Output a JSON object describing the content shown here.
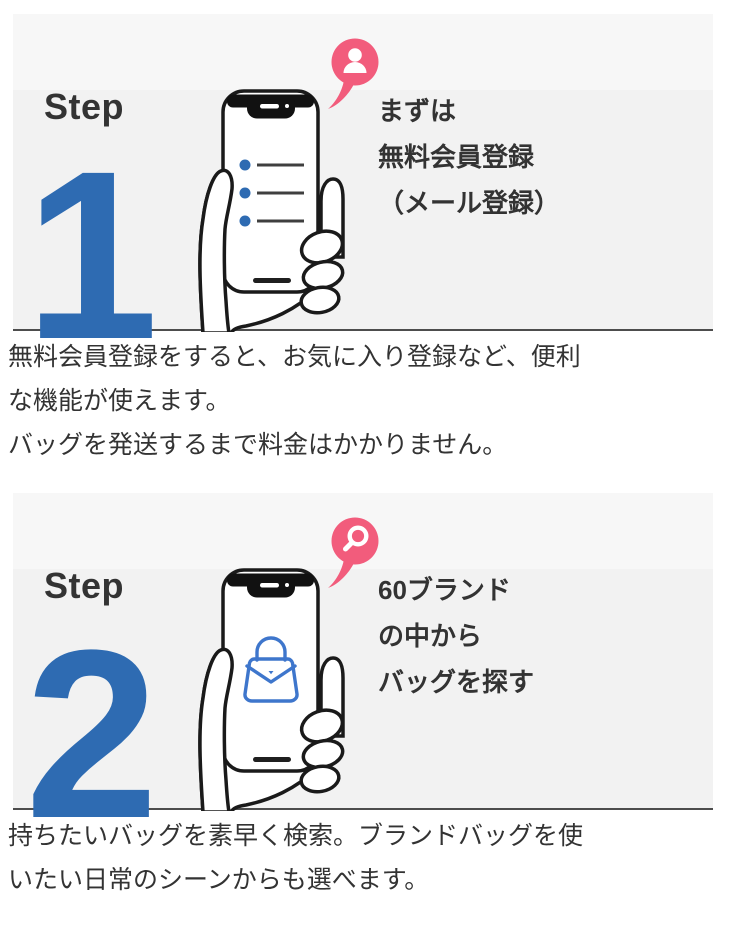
{
  "colors": {
    "panel_background": "#f2f2f2",
    "panel_top_band": "#f7f7f7",
    "panel_border_bottom": "#4d4d4d",
    "step_number_blue": "#2e6bb2",
    "bag_icon_blue": "#3e76cc",
    "bubble_pink": "#f25c7c",
    "text_dark": "#333333",
    "illustration_outline": "#1a1a1a"
  },
  "steps": [
    {
      "label": "Step",
      "number": "1",
      "bubble_icon": "person",
      "caption_lines": [
        "まずは",
        "無料会員登録",
        "（メール登録）"
      ],
      "description_lines": [
        "無料会員登録をすると、お気に入り登録など、便利",
        "な機能が使えます。",
        "バッグを発送するまで料金はかかりません。"
      ]
    },
    {
      "label": "Step",
      "number": "2",
      "bubble_icon": "magnifying-glass",
      "caption_lines": [
        "60ブランド",
        "の中から",
        "バッグを探す"
      ],
      "description_lines": [
        "持ちたいバッグを素早く検索。ブランドバッグを使",
        "いたい日常のシーンからも選べます。"
      ]
    }
  ]
}
